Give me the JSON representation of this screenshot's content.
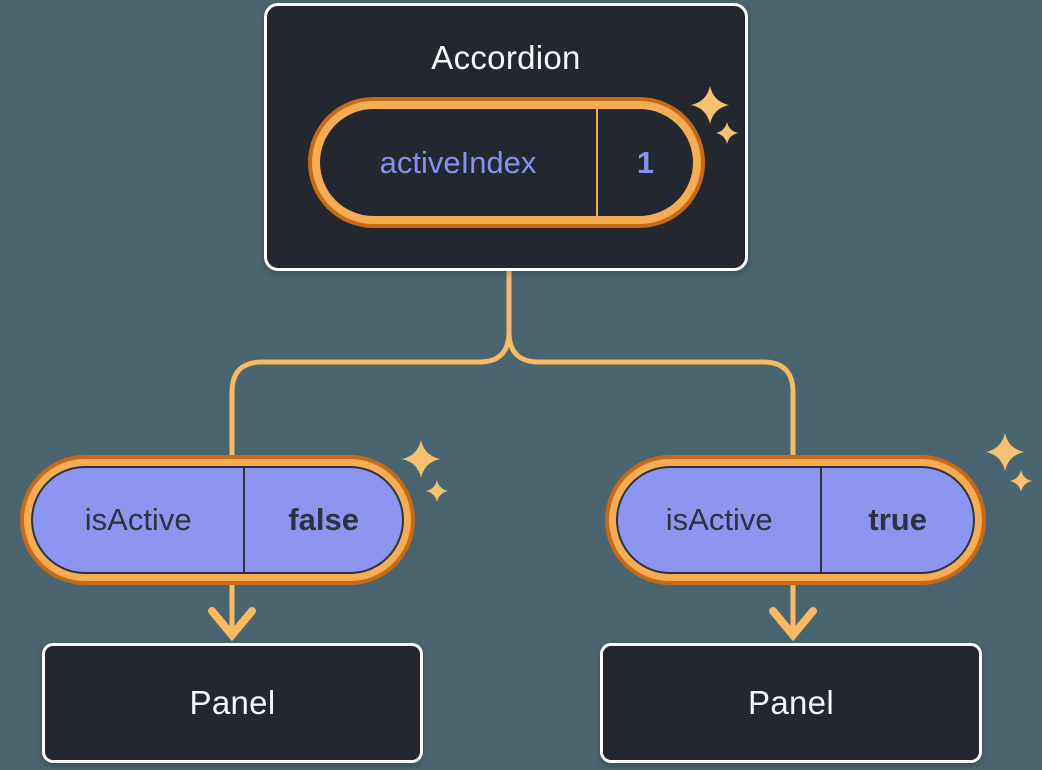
{
  "diagram_type": "react-state-tree",
  "colors": {
    "bg": "#4B6570",
    "card-bg": "#23272F",
    "card-border": "#FFFFFF",
    "light-text": "#F6F7F9",
    "dark-text": "#2D333D",
    "purple-text": "#8790F0",
    "pill-purple": "#8C96F0",
    "ring-light": "#F6AC52",
    "ring-dark": "#C76A15",
    "line": "#F8BA62",
    "sparkle": "#F6C272"
  },
  "accordion": {
    "title": "Accordion",
    "state": {
      "name": "activeIndex",
      "value": "1"
    }
  },
  "children": [
    {
      "prop": {
        "name": "isActive",
        "value": "false"
      },
      "panel": {
        "title": "Panel"
      }
    },
    {
      "prop": {
        "name": "isActive",
        "value": "true"
      },
      "panel": {
        "title": "Panel"
      }
    }
  ]
}
